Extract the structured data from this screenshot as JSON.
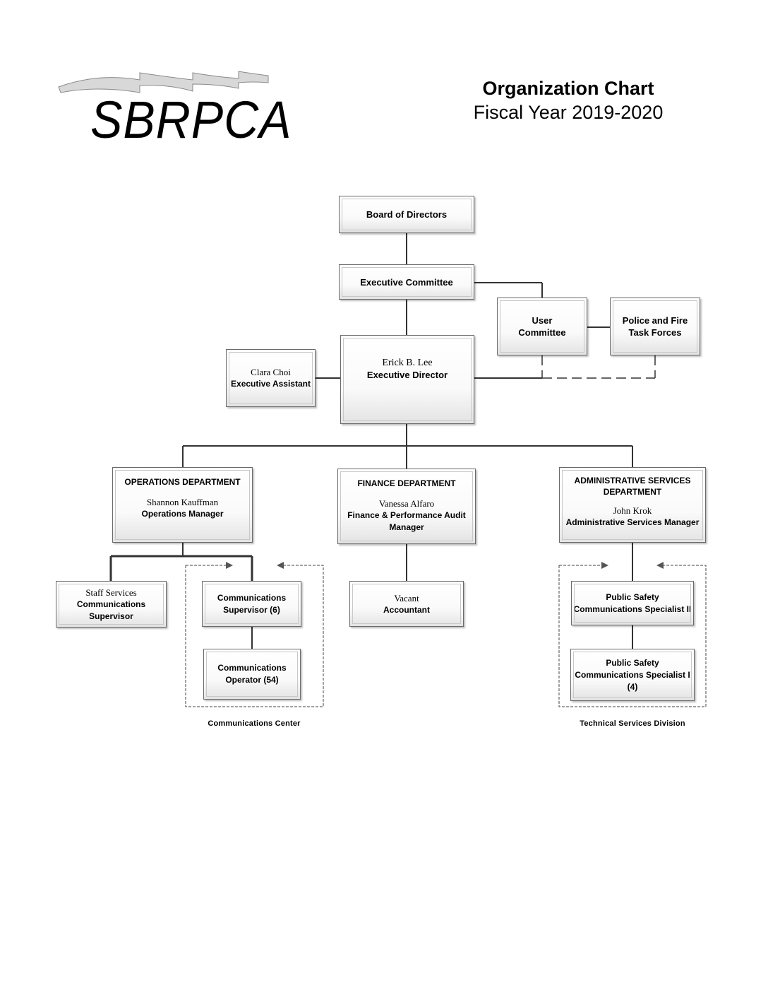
{
  "header": {
    "logo_text": "SBRPCA",
    "title": "Organization Chart",
    "subtitle": "Fiscal Year 2019-2020"
  },
  "nodes": {
    "board": {
      "title": "Board of Directors"
    },
    "exec_committee": {
      "title": "Executive Committee"
    },
    "user_committee": {
      "title_line1": "User",
      "title_line2": "Committee"
    },
    "task_forces": {
      "title_line1": "Police and Fire",
      "title_line2": "Task Forces"
    },
    "exec_assistant": {
      "name": "Clara Choi",
      "title": "Executive Assistant"
    },
    "exec_director": {
      "name": "Erick B. Lee",
      "title": "Executive Director"
    },
    "operations": {
      "dept": "OPERATIONS DEPARTMENT",
      "name": "Shannon Kauffman",
      "title": "Operations Manager"
    },
    "finance": {
      "dept": "FINANCE DEPARTMENT",
      "name": "Vanessa Alfaro",
      "title_line1": "Finance & Performance Audit",
      "title_line2": "Manager"
    },
    "admin": {
      "dept_line1": "ADMINISTRATIVE SERVICES",
      "dept_line2": "DEPARTMENT",
      "name": "John Krok",
      "title": "Administrative Services Manager"
    },
    "staff_services": {
      "line1": "Staff Services",
      "line2": "Communications",
      "line3": "Supervisor"
    },
    "comm_supervisor": {
      "line1": "Communications",
      "line2": "Supervisor (6)"
    },
    "comm_operator": {
      "line1": "Communications",
      "line2": "Operator (54)"
    },
    "accountant": {
      "name": "Vacant",
      "title": "Accountant"
    },
    "ps_specialist_2": {
      "line1": "Public Safety",
      "line2": "Communications Specialist II"
    },
    "ps_specialist_1": {
      "line1": "Public Safety",
      "line2": "Communications Specialist I",
      "line3": "(4)"
    }
  },
  "groups": {
    "comm_center": "Communications Center",
    "tech_services": "Technical Services Division"
  }
}
